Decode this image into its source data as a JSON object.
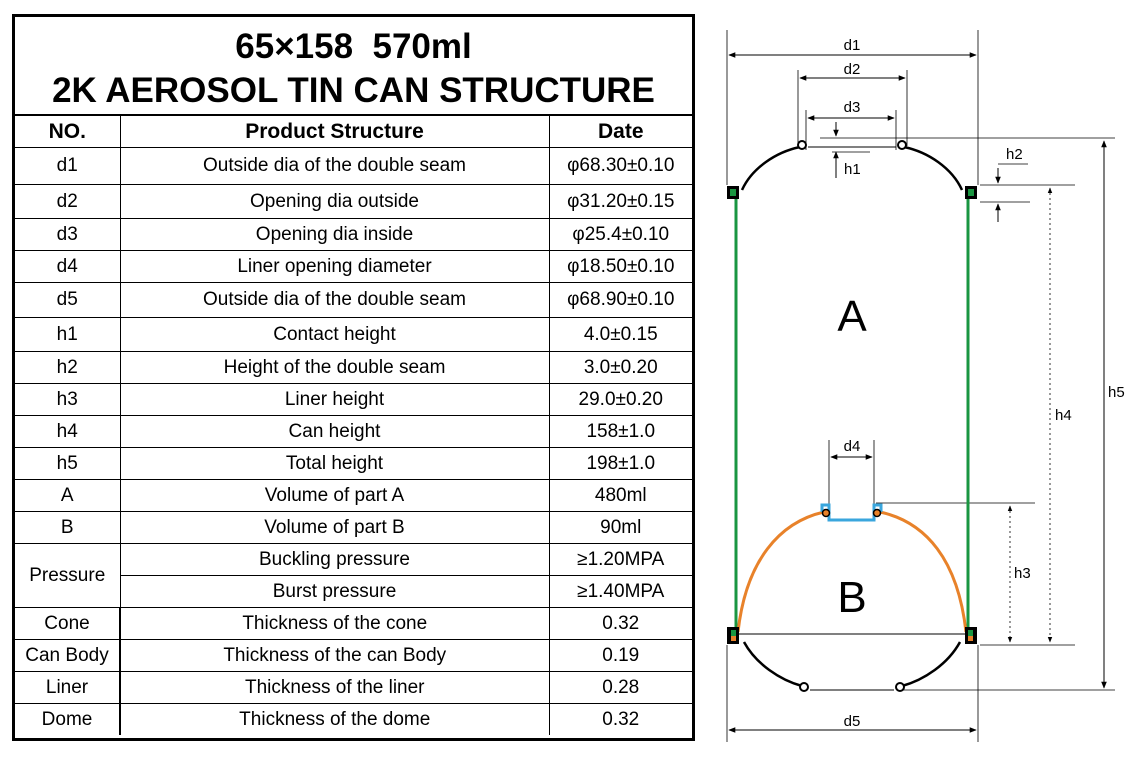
{
  "title": {
    "line1": "65×158  570ml",
    "line2": "2K AEROSOL TIN CAN STRUCTURE"
  },
  "table": {
    "headers": [
      "NO.",
      "Product Structure",
      "Date"
    ],
    "rows": [
      {
        "no": "d1",
        "structure": "Outside dia of the double seam",
        "value": "φ68.30±0.10"
      },
      {
        "no": "d2",
        "structure": "Opening dia outside",
        "value": "φ31.20±0.15"
      },
      {
        "no": "d3",
        "structure": "Opening dia inside",
        "value": "φ25.4±0.10"
      },
      {
        "no": "d4",
        "structure": "Liner opening diameter",
        "value": "φ18.50±0.10"
      },
      {
        "no": "d5",
        "structure": "Outside dia of the double seam",
        "value": "φ68.90±0.10"
      },
      {
        "no": "h1",
        "structure": "Contact height",
        "value": "4.0±0.15"
      },
      {
        "no": "h2",
        "structure": "Height of the double seam",
        "value": "3.0±0.20"
      },
      {
        "no": "h3",
        "structure": "Liner height",
        "value": "29.0±0.20"
      },
      {
        "no": "h4",
        "structure": "Can height",
        "value": "158±1.0"
      },
      {
        "no": "h5",
        "structure": "Total height",
        "value": "198±1.0"
      },
      {
        "no": "A",
        "structure": "Volume of part A",
        "value": "480ml"
      },
      {
        "no": "B",
        "structure": "Volume of part B",
        "value": "90ml"
      }
    ],
    "pressure": {
      "label": "Pressure",
      "rows": [
        {
          "structure": "Buckling pressure",
          "value": "≥1.20MPA"
        },
        {
          "structure": "Burst pressure",
          "value": "≥1.40MPA"
        }
      ]
    },
    "thickness_rows": [
      {
        "no": "Cone",
        "structure": "Thickness of the cone",
        "value": "0.32"
      },
      {
        "no": "Can Body",
        "structure": "Thickness of the can Body",
        "value": "0.19"
      },
      {
        "no": "Liner",
        "structure": "Thickness of the liner",
        "value": "0.28"
      },
      {
        "no": "Dome",
        "structure": "Thickness of the dome",
        "value": "0.32"
      }
    ]
  },
  "diagram": {
    "dimension_labels": {
      "d1": "d1",
      "d2": "d2",
      "d3": "d3",
      "d4": "d4",
      "d5": "d5",
      "h1": "h1",
      "h2": "h2",
      "h3": "h3",
      "h4": "h4",
      "h5": "h5"
    },
    "part_labels": {
      "A": "A",
      "B": "B"
    },
    "colors": {
      "can_body": "#1a9641",
      "liner": "#e8822a",
      "liner_top": "#3aa6dd",
      "seam_fill": "#1a9641",
      "outline": "#000000",
      "dimension_line": "#000000"
    }
  }
}
